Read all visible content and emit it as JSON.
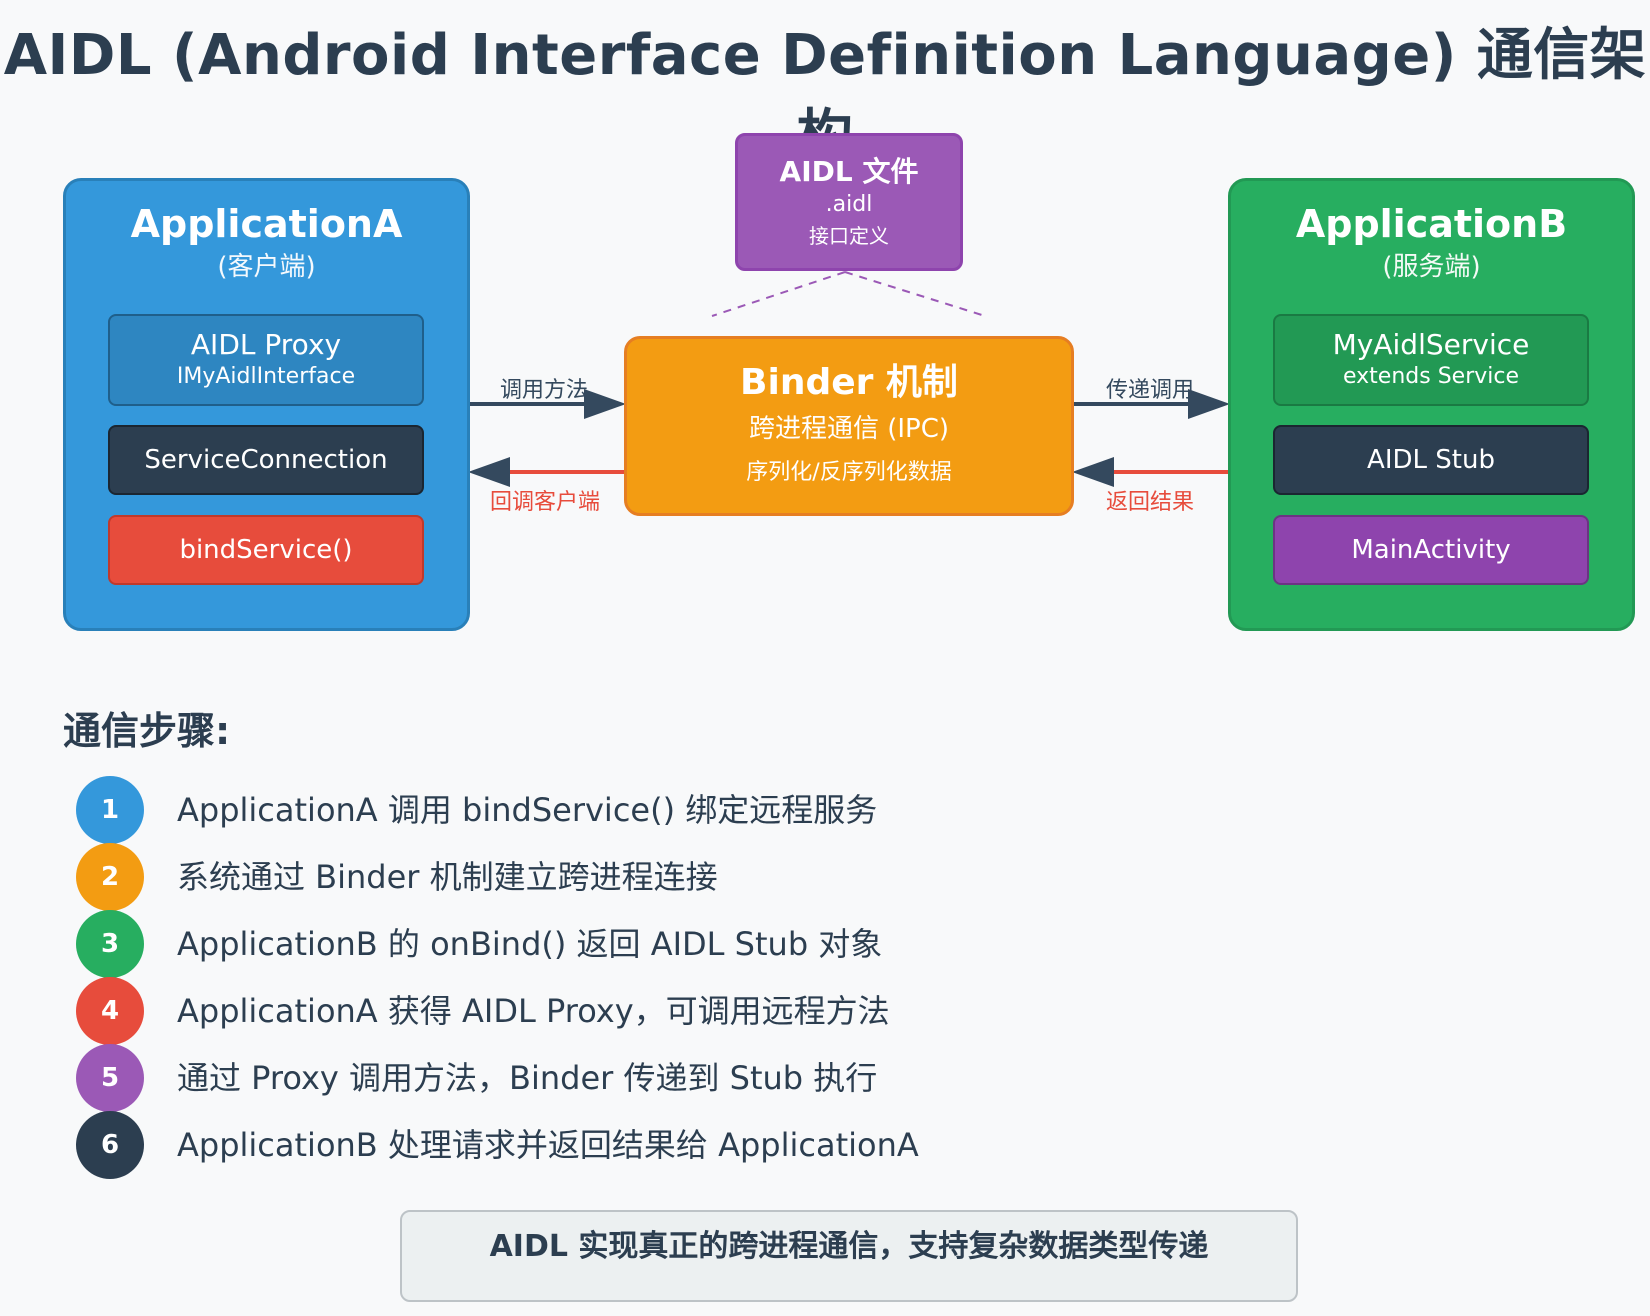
{
  "title": "AIDL (Android Interface Definition Language) 通信架构",
  "application_a": {
    "name": "ApplicationA",
    "role": "(客户端)",
    "components": [
      {
        "line1": "AIDL Proxy",
        "line2": "IMyAidlInterface",
        "color": "#2e86c1"
      },
      {
        "line1": "ServiceConnection",
        "line2": "",
        "color": "#2c3e50"
      },
      {
        "line1": "bindService()",
        "line2": "",
        "color": "#e74c3c"
      }
    ],
    "color": "#3498db"
  },
  "application_b": {
    "name": "ApplicationB",
    "role": "(服务端)",
    "components": [
      {
        "line1": "MyAidlService",
        "line2": "extends Service",
        "color": "#229954"
      },
      {
        "line1": "AIDL Stub",
        "line2": "",
        "color": "#2c3e50"
      },
      {
        "line1": "MainActivity",
        "line2": "",
        "color": "#8e44ad"
      }
    ],
    "color": "#27ae60"
  },
  "aidl_file": {
    "title": "AIDL 文件",
    "ext": ".aidl",
    "desc": "接口定义",
    "color": "#9b59b6"
  },
  "binder": {
    "title": "Binder 机制",
    "subtitle": "跨进程通信 (IPC)",
    "desc": "序列化/反序列化数据",
    "color": "#f39c12"
  },
  "arrows": {
    "call_method": "调用方法",
    "callback_client": "回调客户端",
    "pass_call": "传递调用",
    "return_result": "返回结果"
  },
  "steps_title": "通信步骤:",
  "steps": [
    {
      "num": "1",
      "text": "ApplicationA 调用 bindService() 绑定远程服务",
      "color": "#3498db"
    },
    {
      "num": "2",
      "text": "系统通过 Binder 机制建立跨进程连接",
      "color": "#f39c12"
    },
    {
      "num": "3",
      "text": "ApplicationB 的 onBind() 返回 AIDL Stub 对象",
      "color": "#27ae60"
    },
    {
      "num": "4",
      "text": "ApplicationA 获得 AIDL Proxy，可调用远程方法",
      "color": "#e74c3c"
    },
    {
      "num": "5",
      "text": "通过 Proxy 调用方法，Binder 传递到 Stub 执行",
      "color": "#9b59b6"
    },
    {
      "num": "6",
      "text": "ApplicationB 处理请求并返回结果给 ApplicationA",
      "color": "#2c3e50"
    }
  ],
  "summary": "AIDL 实现真正的跨进程通信，支持复杂数据类型传递"
}
